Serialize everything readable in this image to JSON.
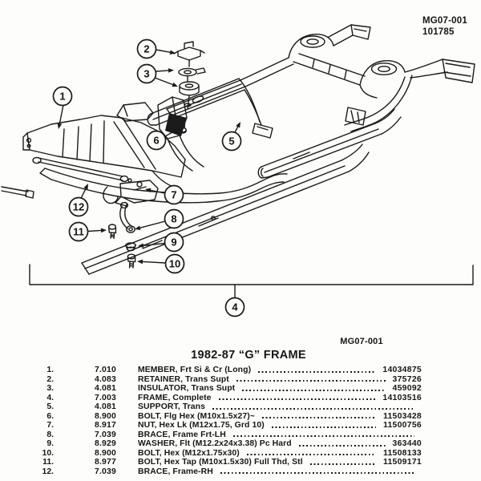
{
  "page": {
    "doc_code": "MG07-001",
    "doc_number": "101785",
    "figure_code": "MG07-001",
    "title": "1982-87 “G” FRAME"
  },
  "diagram": {
    "callouts": [
      {
        "number": "1"
      },
      {
        "number": "2"
      },
      {
        "number": "3"
      },
      {
        "number": "4"
      },
      {
        "number": "5"
      },
      {
        "number": "6"
      },
      {
        "number": "7"
      },
      {
        "number": "8"
      },
      {
        "number": "9"
      },
      {
        "number": "10"
      },
      {
        "number": "11"
      },
      {
        "number": "12"
      }
    ]
  },
  "parts_table": {
    "rows": [
      {
        "item": "1.",
        "group": "7.010",
        "desc": "MEMBER, Frt Si & Cr (Long)",
        "part": "14034875"
      },
      {
        "item": "2.",
        "group": "4.083",
        "desc": "RETAINER, Trans Supt",
        "part": "375726"
      },
      {
        "item": "3.",
        "group": "4.081",
        "desc": "INSULATOR, Trans Supt",
        "part": "459092"
      },
      {
        "item": "4.",
        "group": "7.003",
        "desc": "FRAME, Complete",
        "part": "14103516"
      },
      {
        "item": "5.",
        "group": "4.081",
        "desc": "SUPPORT, Trans",
        "part": ""
      },
      {
        "item": "6.",
        "group": "8.900",
        "desc": "BOLT, Flg Hex (M10x1.5x27)~",
        "part": "11503428"
      },
      {
        "item": "7.",
        "group": "8.917",
        "desc": "NUT, Hex Lk (M12x1.75, Grd 10)",
        "part": "11500756"
      },
      {
        "item": "8.",
        "group": "7.039",
        "desc": "BRACE, Frame Frt-LH",
        "part": ""
      },
      {
        "item": "9.",
        "group": "8.929",
        "desc": "WASHER, Flt (M12.2x24x3.38) Pc Hard",
        "part": "363440"
      },
      {
        "item": "10.",
        "group": "8.900",
        "desc": "BOLT, Hex (M12x1.75x30)",
        "part": "11508133"
      },
      {
        "item": "11.",
        "group": "8.977",
        "desc": "BOLT, Hex Tap (M10x1.5x30) Full Thd, Stl",
        "part": "11509171"
      },
      {
        "item": "12.",
        "group": "7.039",
        "desc": "BRACE, Frame-RH",
        "part": ""
      }
    ]
  },
  "colors": {
    "ink": "#1a1a1a",
    "paper": "#fdfdfb"
  }
}
